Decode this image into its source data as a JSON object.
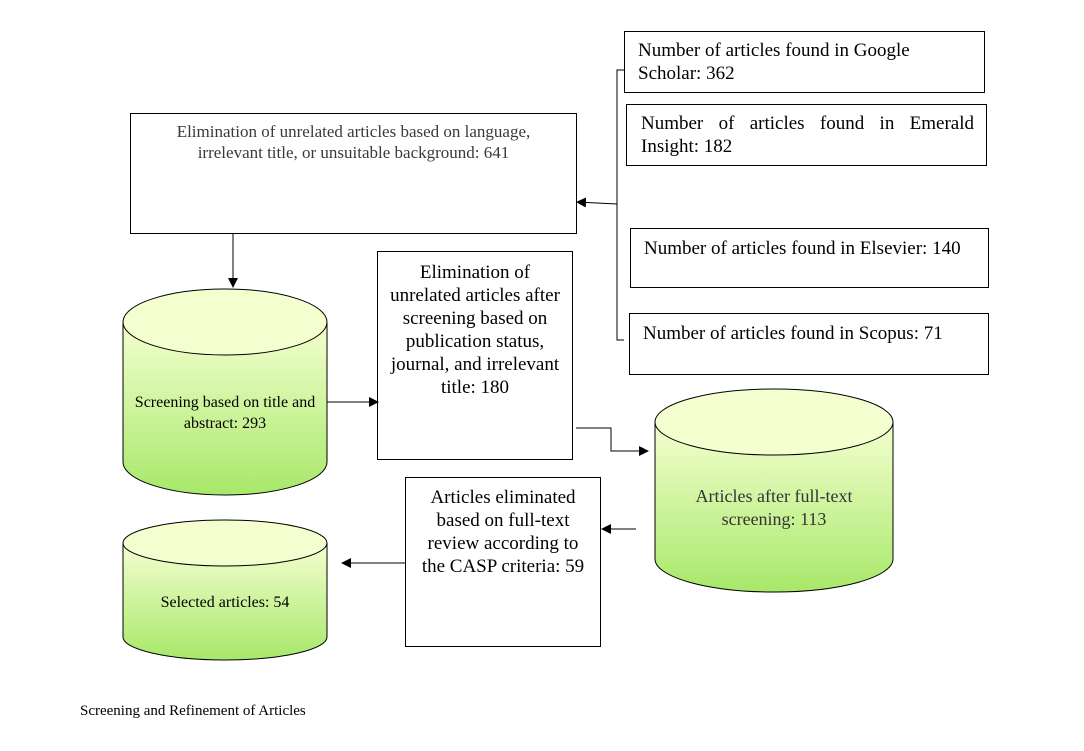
{
  "diagram": {
    "sources": [
      {
        "text": "Number of articles found in Google Scholar: 362"
      },
      {
        "text": "Number of articles found in Emerald Insight: 182"
      },
      {
        "text": "Number of articles found in Elsevier: 140"
      },
      {
        "text": "Number of articles found in Scopus: 71"
      }
    ],
    "elimination_initial": "Elimination of unrelated articles based on language, irrelevant title, or unsuitable background: 641",
    "screening_title_abstract": "Screening based on title and abstract: 293",
    "elimination_screening": "Elimination of unrelated articles after screening based on publication status, journal, and irrelevant title: 180",
    "after_fulltext": "Articles after full-text screening: 113",
    "elimination_fulltext": "Articles eliminated based on full-text review according to the CASP criteria: 59",
    "selected": "Selected articles: 54"
  },
  "caption": "Screening and Refinement of Articles",
  "colors": {
    "cylinder_top": "#f4ffd0",
    "cylinder_bottom": "#a8e86a",
    "stroke": "#000000"
  }
}
